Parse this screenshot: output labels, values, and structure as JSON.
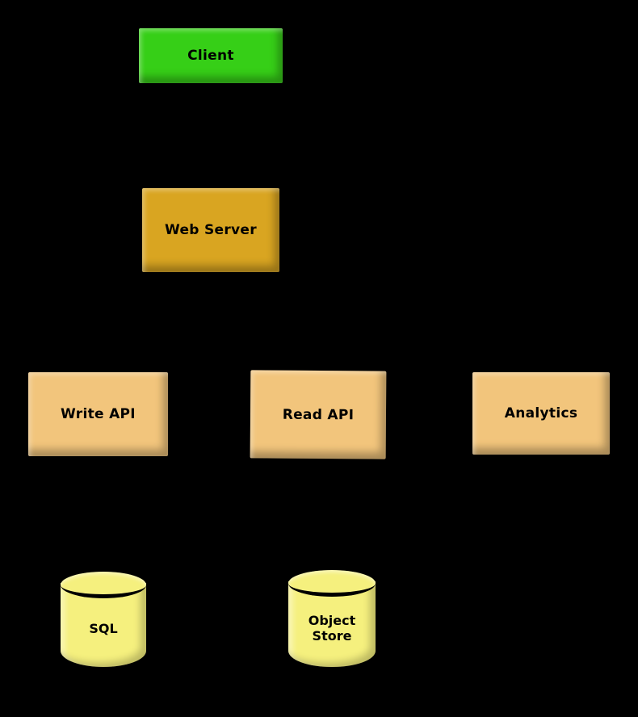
{
  "diagram": {
    "background_color": "#000000",
    "nodes": {
      "client": {
        "label": "Client",
        "color": "#36CF17",
        "shape": "box"
      },
      "web_server": {
        "label": "Web Server",
        "color": "#D9A521",
        "shape": "box"
      },
      "write_api": {
        "label": "Write API",
        "color": "#F2C57C",
        "shape": "box"
      },
      "read_api": {
        "label": "Read API",
        "color": "#F2C57C",
        "shape": "box"
      },
      "analytics": {
        "label": "Analytics",
        "color": "#F2C57C",
        "shape": "box"
      },
      "sql": {
        "label": "SQL",
        "color": "#F5F07E",
        "shape": "cylinder"
      },
      "object_store": {
        "label": "Object Store",
        "color": "#F5F07E",
        "shape": "cylinder"
      }
    }
  }
}
